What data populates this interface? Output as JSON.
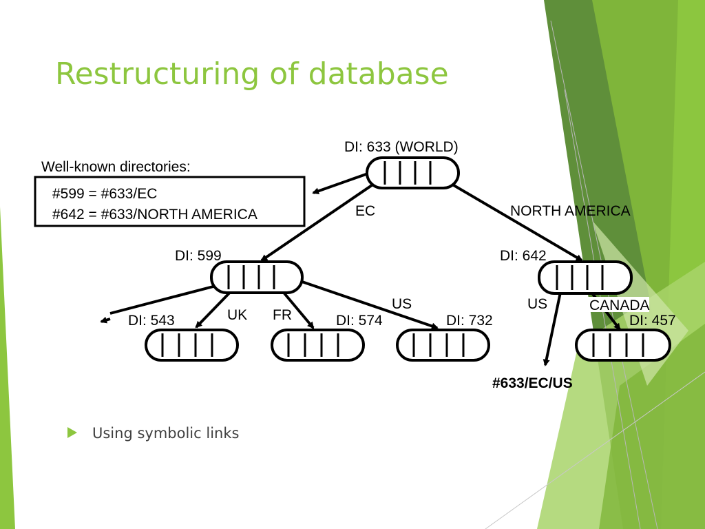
{
  "slide": {
    "title": "Restructuring of database",
    "bullets": [
      "Using symbolic links"
    ]
  },
  "diagram": {
    "wellknown_header": "Well-known directories:",
    "wellknown_entries": [
      "#599 = #633/EC",
      "#642 = #633/NORTH AMERICA"
    ],
    "nodes": {
      "world": "DI: 633 (WORLD)",
      "n599": "DI: 599",
      "n642": "DI: 642",
      "n543": "DI: 543",
      "n574": "DI: 574",
      "n732": "DI: 732",
      "n457": "DI: 457"
    },
    "edges": {
      "ec": "EC",
      "north_america": "NORTH AMERICA",
      "uk": "UK",
      "fr": "FR",
      "us_left": "US",
      "us_right": "US",
      "canada": "CANADA"
    },
    "symlink_target": "#633/EC/US"
  },
  "colors": {
    "title": "#8dc63f",
    "accent_green": "#8dc63f",
    "dark_green": "#6a9a3c",
    "text": "#000000"
  }
}
